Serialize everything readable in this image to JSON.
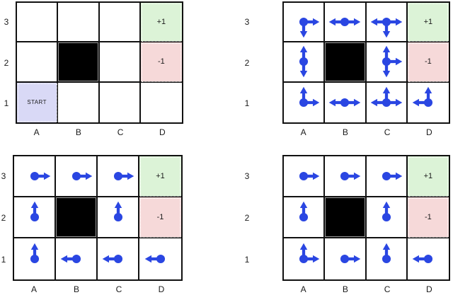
{
  "colors": {
    "arrow": "#2a46e2",
    "reward_bg": "#dcf3d7",
    "penalty_bg": "#f6d9d9",
    "start_bg": "#d9d9f6",
    "wall_bg": "#000000",
    "border": "#111111"
  },
  "grids": [
    {
      "name": "environment-grid",
      "row_labels": [
        "3",
        "2",
        "1"
      ],
      "col_labels": [
        "A",
        "B",
        "C",
        "D"
      ],
      "cells": [
        [
          {
            "type": "empty"
          },
          {
            "type": "empty"
          },
          {
            "type": "empty"
          },
          {
            "type": "reward",
            "label": "+1"
          }
        ],
        [
          {
            "type": "empty"
          },
          {
            "type": "wall"
          },
          {
            "type": "empty"
          },
          {
            "type": "penalty",
            "label": "-1"
          }
        ],
        [
          {
            "type": "start",
            "label": "START"
          },
          {
            "type": "empty"
          },
          {
            "type": "empty"
          },
          {
            "type": "empty"
          }
        ]
      ]
    },
    {
      "name": "actions-grid",
      "row_labels": [
        "3",
        "2",
        "1"
      ],
      "col_labels": [
        "A",
        "B",
        "C",
        "D"
      ],
      "cells": [
        [
          {
            "type": "arrows",
            "arrows": [
              "right",
              "down"
            ]
          },
          {
            "type": "arrows",
            "arrows": [
              "left",
              "right"
            ]
          },
          {
            "type": "arrows",
            "arrows": [
              "left",
              "right",
              "down"
            ]
          },
          {
            "type": "reward",
            "label": "+1"
          }
        ],
        [
          {
            "type": "arrows",
            "arrows": [
              "up",
              "down"
            ]
          },
          {
            "type": "wall"
          },
          {
            "type": "arrows",
            "arrows": [
              "up",
              "right",
              "down"
            ]
          },
          {
            "type": "penalty",
            "label": "-1"
          }
        ],
        [
          {
            "type": "arrows",
            "arrows": [
              "up",
              "right"
            ]
          },
          {
            "type": "arrows",
            "arrows": [
              "left",
              "right"
            ]
          },
          {
            "type": "arrows",
            "arrows": [
              "left",
              "up",
              "right"
            ]
          },
          {
            "type": "arrows",
            "arrows": [
              "left",
              "up"
            ]
          }
        ]
      ]
    },
    {
      "name": "policy-grid-left",
      "row_labels": [
        "3",
        "2",
        "1"
      ],
      "col_labels": [
        "A",
        "B",
        "C",
        "D"
      ],
      "cells": [
        [
          {
            "type": "arrows",
            "arrows": [
              "right"
            ]
          },
          {
            "type": "arrows",
            "arrows": [
              "right"
            ]
          },
          {
            "type": "arrows",
            "arrows": [
              "right"
            ]
          },
          {
            "type": "reward",
            "label": "+1"
          }
        ],
        [
          {
            "type": "arrows",
            "arrows": [
              "up"
            ]
          },
          {
            "type": "wall"
          },
          {
            "type": "arrows",
            "arrows": [
              "up"
            ]
          },
          {
            "type": "penalty",
            "label": "-1"
          }
        ],
        [
          {
            "type": "arrows",
            "arrows": [
              "up"
            ]
          },
          {
            "type": "arrows",
            "arrows": [
              "left"
            ]
          },
          {
            "type": "arrows",
            "arrows": [
              "left"
            ]
          },
          {
            "type": "arrows",
            "arrows": [
              "left"
            ]
          }
        ]
      ]
    },
    {
      "name": "policy-grid-right",
      "row_labels": [
        "3",
        "2",
        "1"
      ],
      "col_labels": [
        "A",
        "B",
        "C",
        "D"
      ],
      "cells": [
        [
          {
            "type": "arrows",
            "arrows": [
              "right"
            ]
          },
          {
            "type": "arrows",
            "arrows": [
              "right"
            ]
          },
          {
            "type": "arrows",
            "arrows": [
              "right"
            ]
          },
          {
            "type": "reward",
            "label": "+1"
          }
        ],
        [
          {
            "type": "arrows",
            "arrows": [
              "up"
            ]
          },
          {
            "type": "wall"
          },
          {
            "type": "arrows",
            "arrows": [
              "up"
            ]
          },
          {
            "type": "penalty",
            "label": "-1"
          }
        ],
        [
          {
            "type": "arrows",
            "arrows": [
              "up",
              "right"
            ]
          },
          {
            "type": "arrows",
            "arrows": [
              "right"
            ]
          },
          {
            "type": "arrows",
            "arrows": [
              "up"
            ]
          },
          {
            "type": "arrows",
            "arrows": [
              "left"
            ]
          }
        ]
      ]
    }
  ]
}
